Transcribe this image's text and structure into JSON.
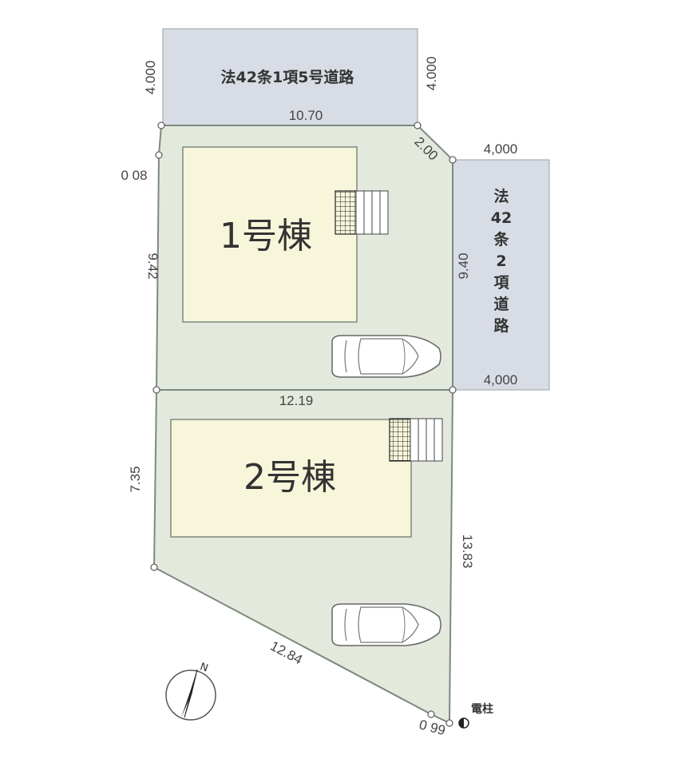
{
  "colors": {
    "road": "#d8dce4",
    "lot": "#e3e9dc",
    "building": "#f7f5da",
    "line": "#7d8a80"
  },
  "roads": {
    "north_label": "法42条1項5号道路",
    "east_chars": [
      "法",
      "42",
      "条",
      "2",
      "項",
      "道",
      "路"
    ]
  },
  "buildings": {
    "b1": "1号棟",
    "b2": "2号棟"
  },
  "dimensions": {
    "north_road_left_width": "4.000",
    "north_road_right_width": "4.000",
    "east_road_top_width": "4,000",
    "east_road_bottom_width": "4,000",
    "lot1_north": "10.70",
    "corner_cut": "2.00",
    "offset_top_left": "0 08",
    "lot1_west": "9.42",
    "lot1_east": "9.40",
    "shared_boundary": "12.19",
    "lot2_west": "7.35",
    "lot2_east": "13.83",
    "lot2_southwest": "12.84",
    "offset_bottom": "0 99"
  },
  "legend": {
    "utility_pole": "電柱",
    "north": "N"
  }
}
